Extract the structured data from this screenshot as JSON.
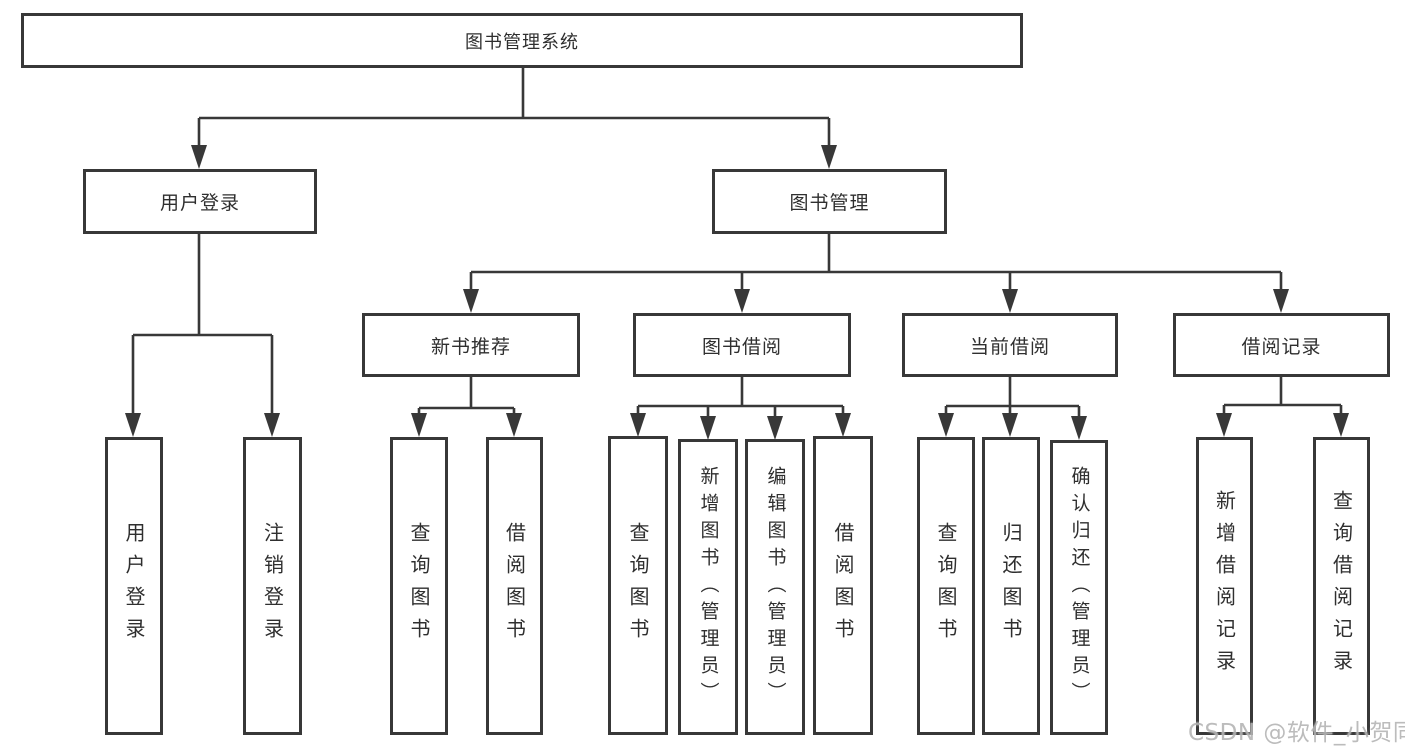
{
  "root": {
    "label": "图书管理系统"
  },
  "branches": {
    "login": {
      "label": "用户登录",
      "leaves": [
        "用户登录",
        "注销登录"
      ]
    },
    "management": {
      "label": "图书管理",
      "groups": [
        {
          "label": "新书推荐",
          "leaves": [
            "查询图书",
            "借阅图书"
          ]
        },
        {
          "label": "图书借阅",
          "leaves": [
            "查询图书",
            "新增图书（管理员）",
            "编辑图书（管理员）",
            "借阅图书"
          ]
        },
        {
          "label": "当前借阅",
          "leaves": [
            "查询图书",
            "归还图书",
            "确认归还（管理员）"
          ]
        },
        {
          "label": "借阅记录",
          "leaves": [
            "新增借阅记录",
            "查询借阅记录"
          ]
        }
      ]
    }
  },
  "watermark": {
    "text": "CSDN @软件_小贺同学"
  },
  "colors": {
    "line": "#383838",
    "text": "#2f2f2f",
    "background": "#ffffff",
    "watermark": "#b5b5b5"
  }
}
